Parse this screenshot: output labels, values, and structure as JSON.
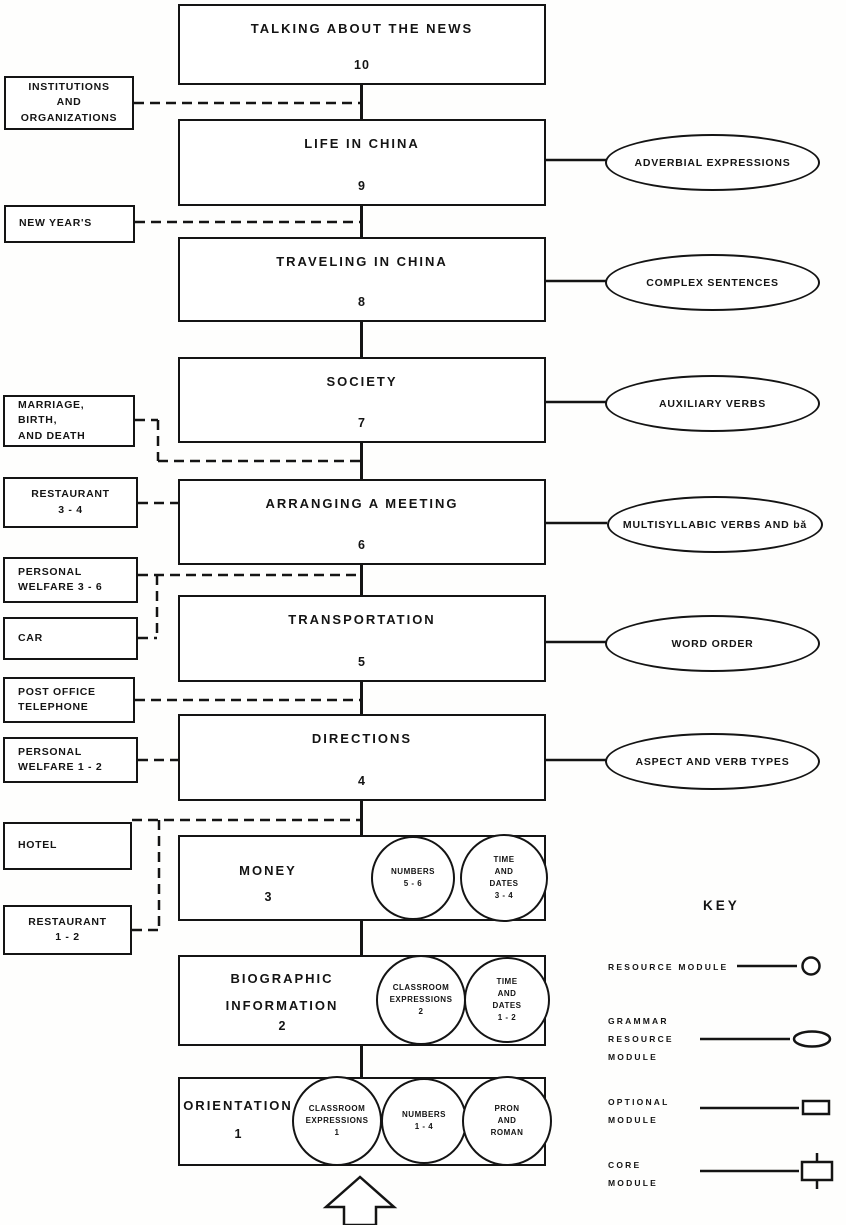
{
  "core_modules": [
    {
      "title": "TALKING ABOUT THE NEWS",
      "number": "10"
    },
    {
      "title": "LIFE IN CHINA",
      "number": "9"
    },
    {
      "title": "TRAVELING IN CHINA",
      "number": "8"
    },
    {
      "title": "SOCIETY",
      "number": "7"
    },
    {
      "title": "ARRANGING A MEETING",
      "number": "6"
    },
    {
      "title": "TRANSPORTATION",
      "number": "5"
    },
    {
      "title": "DIRECTIONS",
      "number": "4"
    },
    {
      "title": "MONEY",
      "number": "3"
    },
    {
      "title": [
        "BIOGRAPHIC",
        "INFORMATION"
      ],
      "number": "2"
    },
    {
      "title": "ORIENTATION",
      "number": "1"
    }
  ],
  "optional_modules": [
    {
      "lines": [
        "INSTITUTIONS",
        "AND",
        "ORGANIZATIONS"
      ]
    },
    {
      "lines": [
        "NEW YEAR'S"
      ]
    },
    {
      "lines": [
        "MARRIAGE,",
        "BIRTH,",
        "AND DEATH"
      ]
    },
    {
      "lines": [
        "RESTAURANT",
        "3 - 4"
      ]
    },
    {
      "lines": [
        "PERSONAL",
        "WELFARE  3 - 6"
      ]
    },
    {
      "lines": [
        "CAR"
      ]
    },
    {
      "lines": [
        "POST OFFICE",
        "TELEPHONE"
      ]
    },
    {
      "lines": [
        "PERSONAL",
        "WELFARE  1 - 2"
      ]
    },
    {
      "lines": [
        "HOTEL"
      ]
    },
    {
      "lines": [
        "RESTAURANT",
        "1 - 2"
      ]
    }
  ],
  "grammar_modules": [
    "ADVERBIAL EXPRESSIONS",
    "COMPLEX SENTENCES",
    "AUXILIARY VERBS",
    "MULTISYLLABIC VERBS AND bǎ",
    "WORD ORDER",
    "ASPECT AND VERB TYPES"
  ],
  "resource_modules": [
    {
      "lines": [
        "NUMBERS",
        "5 - 6"
      ]
    },
    {
      "lines": [
        "TIME",
        "AND",
        "DATES",
        "3 - 4"
      ]
    },
    {
      "lines": [
        "CLASSROOM",
        "EXPRESSIONS",
        "2"
      ]
    },
    {
      "lines": [
        "TIME",
        "AND",
        "DATES",
        "1 - 2"
      ]
    },
    {
      "lines": [
        "CLASSROOM",
        "EXPRESSIONS",
        "1"
      ]
    },
    {
      "lines": [
        "NUMBERS",
        "1 - 4"
      ]
    },
    {
      "lines": [
        "PRON",
        "AND",
        "ROMAN"
      ]
    }
  ],
  "key": {
    "title": "KEY",
    "items": [
      {
        "lines": [
          "RESOURCE MODULE"
        ]
      },
      {
        "lines": [
          "GRAMMAR",
          "RESOURCE",
          "MODULE"
        ]
      },
      {
        "lines": [
          "OPTIONAL",
          "MODULE"
        ]
      },
      {
        "lines": [
          "CORE",
          "MODULE"
        ]
      }
    ]
  }
}
